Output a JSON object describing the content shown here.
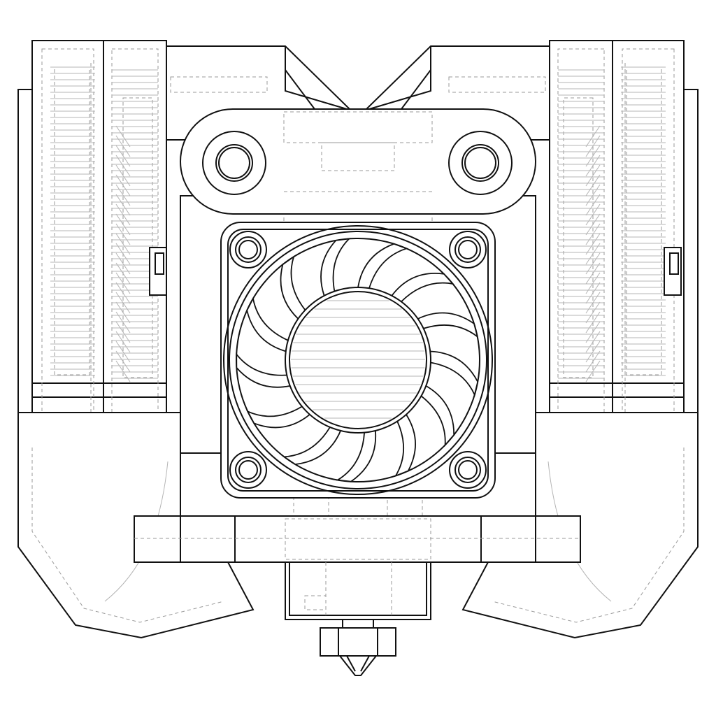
{
  "drawing": {
    "style": "technical line drawing",
    "view": "front",
    "line_color": "#111111",
    "hidden_line_color": "#9a9a9a",
    "background": "#ffffff",
    "fan": {
      "blade_count": 13,
      "mount_holes": 4
    },
    "top_mount_holes": 2
  }
}
